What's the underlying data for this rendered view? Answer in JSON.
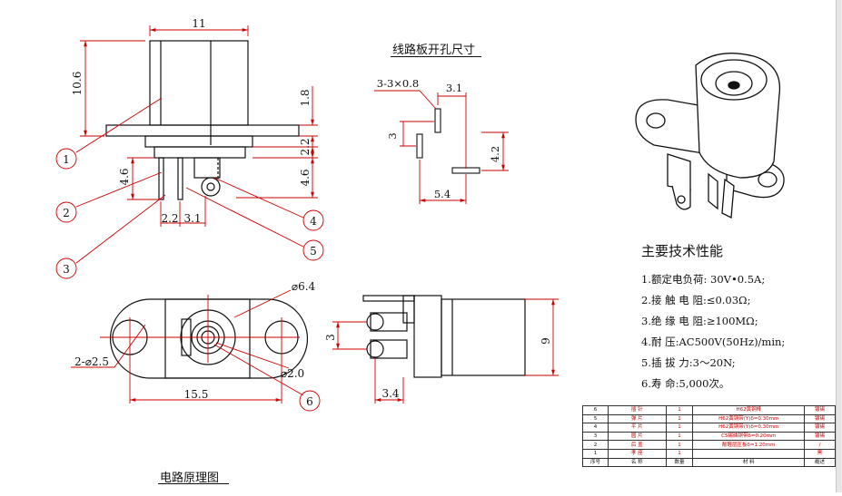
{
  "drawing": {
    "top_view": {
      "dims": {
        "width": "11",
        "height": "10.6",
        "flange": "1.8",
        "d1": "2.2",
        "d2": "4.6",
        "d3": "4.6",
        "pin_a": "2.2",
        "pin_b": "3.1"
      },
      "balloons": [
        "1",
        "2",
        "3",
        "4",
        "5"
      ]
    },
    "hole_layout": {
      "title": "线路板开孔尺寸",
      "dims": {
        "holes": "3-3×0.8",
        "a": "3.1",
        "b": "3",
        "c": "4.2",
        "d": "5.4"
      }
    },
    "front_view": {
      "dims": {
        "mount_holes": "2-⌀2.5",
        "bore": "⌀6.4",
        "pin": "⌀2.0",
        "length": "15.5"
      },
      "balloons": [
        "6"
      ]
    },
    "side_view": {
      "dims": {
        "height": "9",
        "pin_gap": "3",
        "foot": "3.4"
      }
    },
    "circuit_title": "电路原理图"
  },
  "specs": {
    "title": "主要技术性能",
    "items": [
      "1.额定电负荷:  30V•0.5A;",
      "2.接 触 电 阻:≤0.03Ω;",
      "3.绝 缘 电 阻:≥100MΩ;",
      "4.耐        压:AC500V(50Hz)/min;",
      "5.插  拔   力:3～20N;",
      "6.寿        命:5,000次。"
    ]
  },
  "bom": {
    "rows": [
      {
        "no": "6",
        "name": "插    针",
        "qty": "1",
        "material": "H62黄铜棒",
        "finish": "镀锡"
      },
      {
        "no": "5",
        "name": "弹    片",
        "qty": "1",
        "material": "H62黄铜带(Y)δ=0.30mm",
        "finish": "镀锡"
      },
      {
        "no": "4",
        "name": "平    片",
        "qty": "1",
        "material": "H62黄铜带(Y)δ=0.30mm",
        "finish": "镀锡"
      },
      {
        "no": "3",
        "name": "圆    片",
        "qty": "1",
        "material": "C5锡磷铜带δ=0.20mm",
        "finish": "镀锡"
      },
      {
        "no": "2",
        "name": "后    盖",
        "qty": "1",
        "material": "酚醛层压板δ=1.20mm",
        "finish": "/"
      },
      {
        "no": "1",
        "name": "孝    座",
        "qty": "1",
        "material": "",
        "finish": "黑"
      }
    ],
    "header": {
      "no": "序号",
      "name": "名  称",
      "qty": "数量",
      "material": "材       料",
      "finish": "概述"
    }
  }
}
